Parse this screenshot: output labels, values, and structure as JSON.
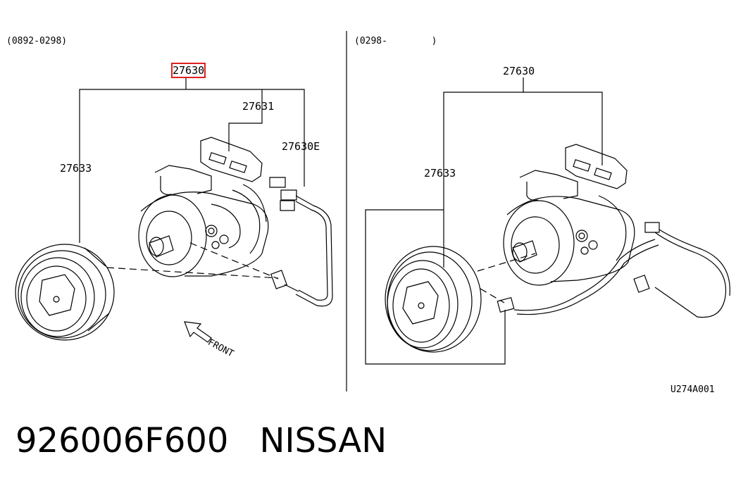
{
  "left_panel": {
    "date_range": "(0892-0298)",
    "labels": {
      "assembly": "27630",
      "clutch_pulley": "27633",
      "compressor": "27631",
      "harness": "27630E"
    },
    "front_text": "FRONT"
  },
  "right_panel": {
    "date_range": "(0298-        )",
    "labels": {
      "assembly": "27630",
      "clutch_pulley": "27633"
    }
  },
  "drawing_code": "U274A001",
  "footer": {
    "part_number": "926006F600",
    "brand": "NISSAN"
  },
  "highlight_color": "#e02020"
}
